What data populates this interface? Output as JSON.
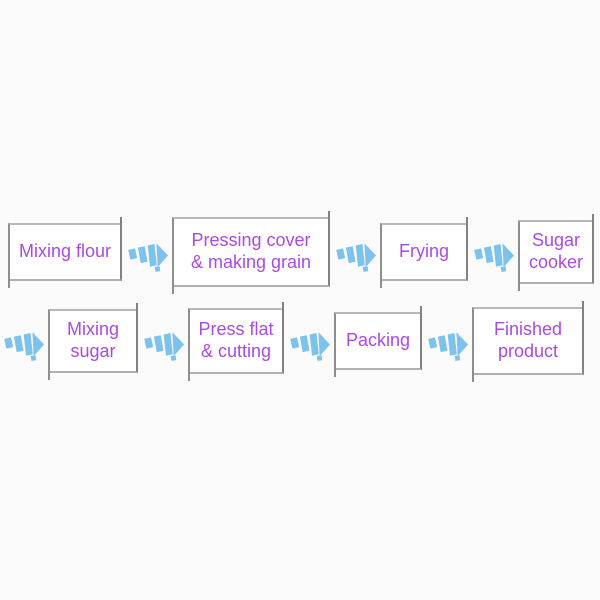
{
  "palette": {
    "text_color": "#ab4ae2",
    "arrow_color": "#7cc2ec",
    "border_dark": "#828282",
    "border_light": "#b8b8b8",
    "box_background": "#ffffff",
    "page_background": "#fbfbfb"
  },
  "flow": {
    "arrow_icon": "striped-right-arrow",
    "rows": [
      {
        "steps": [
          {
            "label": "Mixing flour"
          },
          {
            "label": "Pressing cover\n& making grain"
          },
          {
            "label": "Frying"
          },
          {
            "label": "Sugar\ncooker"
          }
        ]
      },
      {
        "has_leading_arrow": true,
        "steps": [
          {
            "label": "Mixing\nsugar"
          },
          {
            "label": "Press flat\n& cutting"
          },
          {
            "label": "Packing"
          },
          {
            "label": "Finished\nproduct"
          }
        ]
      }
    ]
  }
}
